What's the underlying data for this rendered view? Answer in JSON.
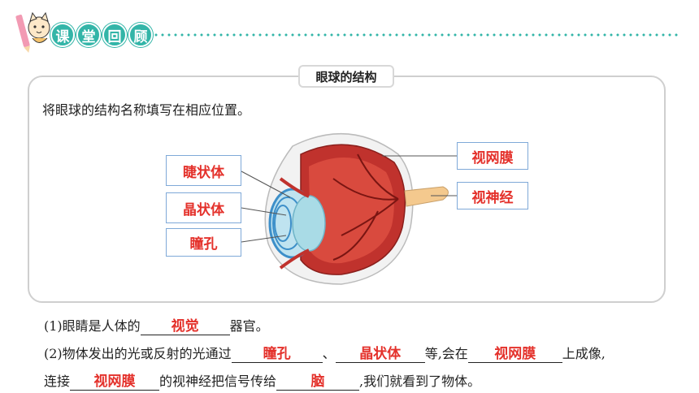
{
  "header": {
    "pills": [
      "课",
      "堂",
      "回",
      "顾"
    ]
  },
  "panel": {
    "title": "眼球的结构",
    "instruction": "将眼球的结构名称填写在相应位置。"
  },
  "labels": {
    "ciliary": "睫状体",
    "lens": "晶状体",
    "pupil": "瞳孔",
    "retina": "视网膜",
    "optic_nerve": "视神经"
  },
  "questions": {
    "q1": {
      "prefix": "(1)眼睛是人体的",
      "answer": "视觉",
      "suffix": "器官。"
    },
    "q2": {
      "prefix": "(2)物体发出的光或反射的光通过",
      "answer1": "瞳孔",
      "sep1": "、",
      "answer2": "晶状体",
      "mid": "等,会在",
      "answer3": "视网膜",
      "suffix": "上成像,"
    },
    "q3": {
      "prefix": "连接",
      "answer1": "视网膜",
      "mid": "的视神经把信号传给",
      "answer2": "脑",
      "suffix": ",我们就看到了物体。"
    }
  },
  "colors": {
    "accent": "#33b5a8",
    "answer": "#e4312b",
    "label_border": "#7fa9d8"
  }
}
